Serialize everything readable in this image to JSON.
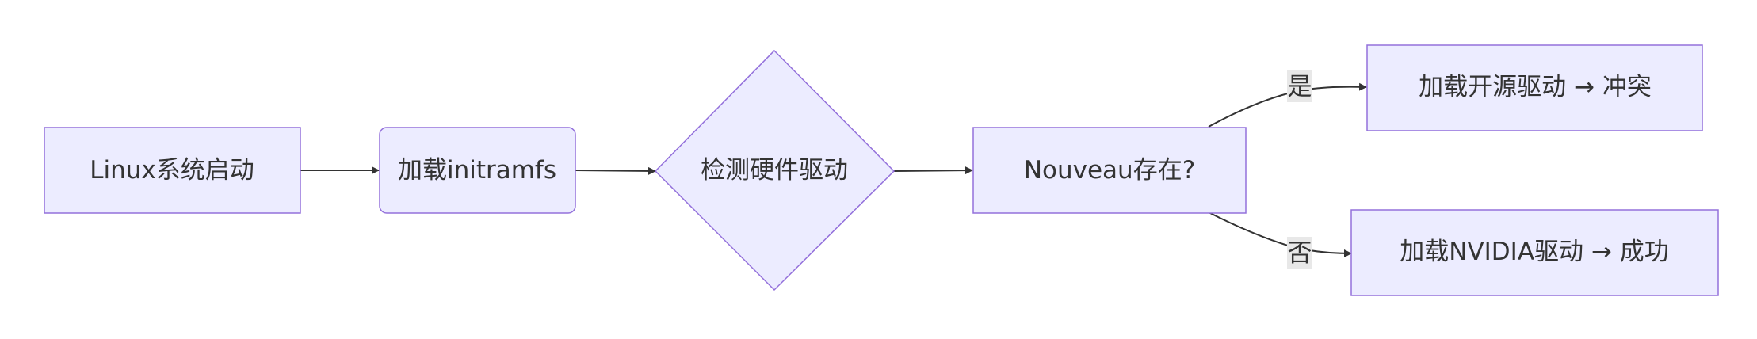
{
  "nodes": {
    "start": "Linux系统启动",
    "initramfs": "加载initramfs",
    "detect": "检测硬件驱动",
    "nouveau": "Nouveau存在?",
    "conflict": "加载开源驱动 → 冲突",
    "success": "加载NVIDIA驱动 → 成功"
  },
  "edges": {
    "yes": "是",
    "no": "否"
  },
  "colors": {
    "node_fill": "#ececff",
    "node_stroke": "#9370db",
    "edge": "#333333",
    "edge_label_bg": "#e8e8e8"
  }
}
